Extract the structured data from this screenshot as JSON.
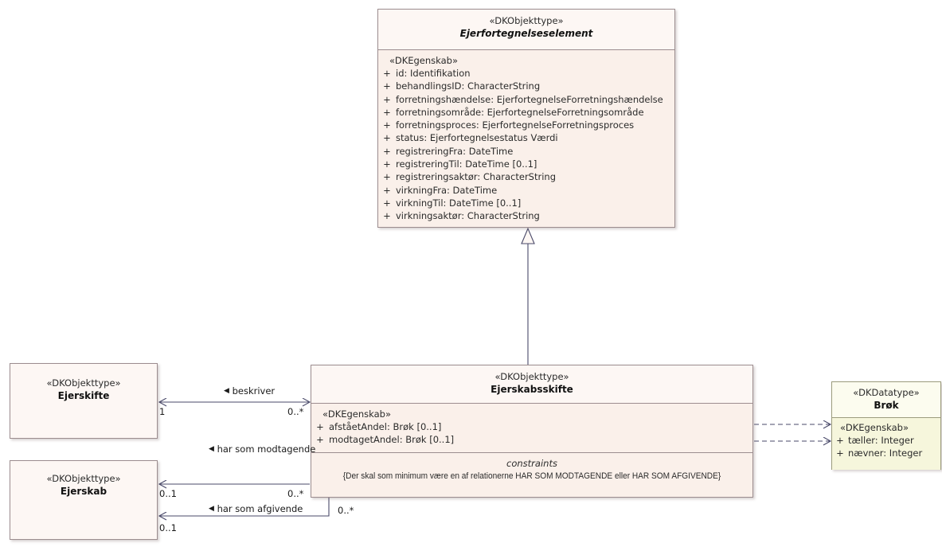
{
  "diagram": {
    "title": "Ejerfortegnelse UML class diagram",
    "colors": {
      "class_border": "#9c8d8f",
      "class_header_fill": "#fdf7f4",
      "class_body_fill": "#faf0ea",
      "datatype_border": "#9c9c7d",
      "datatype_header_fill": "#fcfcef",
      "datatype_body_fill": "#f6f6dc",
      "connector": "#4a4a6a"
    }
  },
  "classes": {
    "ejerfortegnelseselement": {
      "stereotype": "«DKObjekttype»",
      "name": "Ejerfortegnelseselement",
      "abstract": true,
      "attr_stereotype": "«DKEgenskab»",
      "attributes": [
        {
          "vis": "+",
          "text": "id: Identifikation"
        },
        {
          "vis": "+",
          "text": "behandlingsID: CharacterString"
        },
        {
          "vis": "+",
          "text": "forretningshændelse: EjerfortegnelseForretningshændelse"
        },
        {
          "vis": "+",
          "text": "forretningsområde: EjerfortegnelseForretningsområde"
        },
        {
          "vis": "+",
          "text": "forretningsproces: EjerfortegnelseForretningsproces"
        },
        {
          "vis": "+",
          "text": "status: Ejerfortegnelsestatus Værdi"
        },
        {
          "vis": "+",
          "text": "registreringFra: DateTime"
        },
        {
          "vis": "+",
          "text": "registreringTil: DateTime [0..1]"
        },
        {
          "vis": "+",
          "text": "registreringsaktør: CharacterString"
        },
        {
          "vis": "+",
          "text": "virkningFra: DateTime"
        },
        {
          "vis": "+",
          "text": "virkningTil: DateTime [0..1]"
        },
        {
          "vis": "+",
          "text": "virkningsaktør: CharacterString"
        }
      ]
    },
    "ejerskabsskifte": {
      "stereotype": "«DKObjekttype»",
      "name": "Ejerskabsskifte",
      "attr_stereotype": "«DKEgenskab»",
      "attributes": [
        {
          "vis": "+",
          "text": "afståetAndel: Brøk [0..1]"
        },
        {
          "vis": "+",
          "text": "modtagetAndel: Brøk [0..1]"
        }
      ],
      "constraints_title": "constraints",
      "constraints_body": "{Der skal som minimum være en af relationerne HAR SOM MODTAGENDE eller HAR SOM AFGIVENDE}"
    },
    "ejerskifte": {
      "stereotype": "«DKObjekttype»",
      "name": "Ejerskifte"
    },
    "ejerskab": {
      "stereotype": "«DKObjekttype»",
      "name": "Ejerskab"
    },
    "brok": {
      "stereotype": "«DKDatatype»",
      "name": "Brøk",
      "attr_stereotype": "«DKEgenskab»",
      "attributes": [
        {
          "vis": "+",
          "text": "tæller: Integer"
        },
        {
          "vis": "+",
          "text": "nævner: Integer"
        }
      ]
    }
  },
  "relations": {
    "generalization": {
      "type": "generalization",
      "from": "Ejerskabsskifte",
      "to": "Ejerfortegnelseselement"
    },
    "beskriver": {
      "type": "association",
      "label": "beskriver",
      "direction_marker": "◀",
      "source": "Ejerskifte",
      "target": "Ejerskabsskifte",
      "source_multiplicity": "1",
      "target_multiplicity": "0..*"
    },
    "har_som_modtagende": {
      "type": "association",
      "label": "har som modtagende",
      "direction_marker": "◀",
      "source": "Ejerskab",
      "target": "Ejerskabsskifte",
      "source_multiplicity": "0..1",
      "target_multiplicity": "0..*"
    },
    "har_som_afgivende": {
      "type": "association",
      "label": "har som afgivende",
      "direction_marker": "◀",
      "source": "Ejerskab",
      "target": "Ejerskabsskifte",
      "source_multiplicity": "0..1",
      "target_multiplicity": "0..*"
    },
    "dependency_afstaaetandel": {
      "type": "dependency",
      "from": "Ejerskabsskifte.afståetAndel",
      "to": "Brøk"
    },
    "dependency_modtagetandel": {
      "type": "dependency",
      "from": "Ejerskabsskifte.modtagetAndel",
      "to": "Brøk"
    }
  }
}
